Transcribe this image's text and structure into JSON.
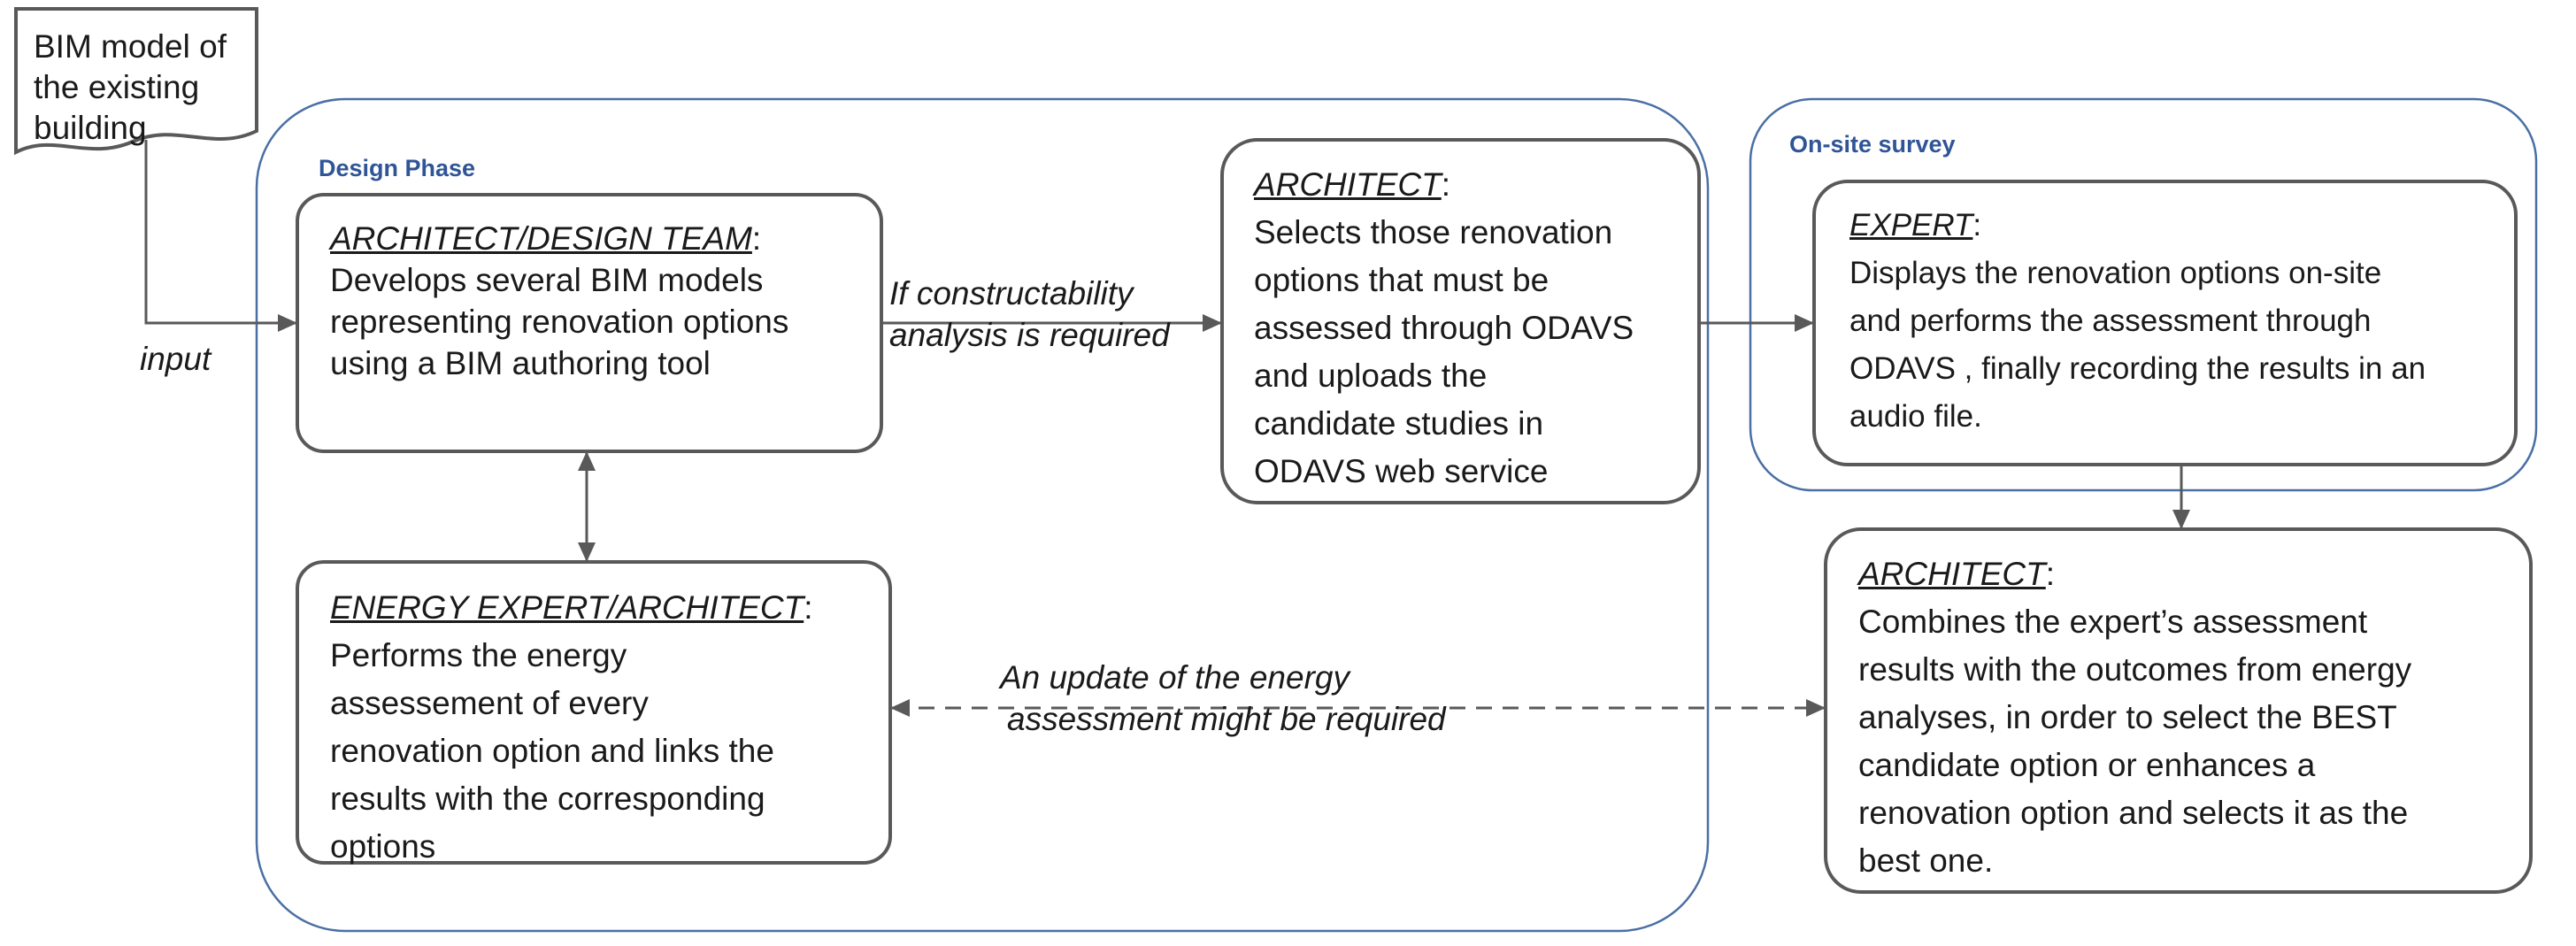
{
  "input_doc": {
    "lines": [
      "BIM model of",
      "the existing",
      "building"
    ]
  },
  "groups": {
    "design_phase": "Design Phase",
    "onsite_survey": "On-site survey"
  },
  "nodes": {
    "design_team": {
      "role": "ARCHITECT/DESIGN TEAM",
      "lines": [
        "Develops several BIM models",
        "representing renovation options",
        "using a BIM authoring tool"
      ]
    },
    "architect_select": {
      "role": "ARCHITECT",
      "lines": [
        "Selects those renovation",
        "options that must be",
        "assessed through ODAVS",
        "and uploads the",
        "candidate studies in",
        "ODAVS web service"
      ]
    },
    "expert": {
      "role": "EXPERT",
      "lines": [
        "Displays the renovation options on-site",
        "and performs the assessment through",
        "ODAVS , finally recording the results in an",
        "audio file."
      ]
    },
    "energy_expert": {
      "role": "ENERGY EXPERT/ARCHITECT",
      "lines": [
        "Performs the energy",
        "assessement of every",
        "renovation option and links the",
        "results with the corresponding",
        "options"
      ]
    },
    "architect_combine": {
      "role": "ARCHITECT",
      "lines": [
        "Combines the expert’s assessment",
        "results with the outcomes from energy",
        "analyses, in order to select the BEST",
        "candidate option or enhances a",
        "renovation option and selects it as the",
        "best one."
      ]
    }
  },
  "edge_labels": {
    "input": "input",
    "constructability": [
      "If constructability",
      "analysis is required"
    ],
    "update": [
      "An update of the energy",
      "assessment might be required"
    ]
  },
  "colors": {
    "box_stroke": "#595959",
    "group_stroke": "#4a6fa5",
    "group_label": "#2f5597",
    "arrow": "#595959"
  }
}
